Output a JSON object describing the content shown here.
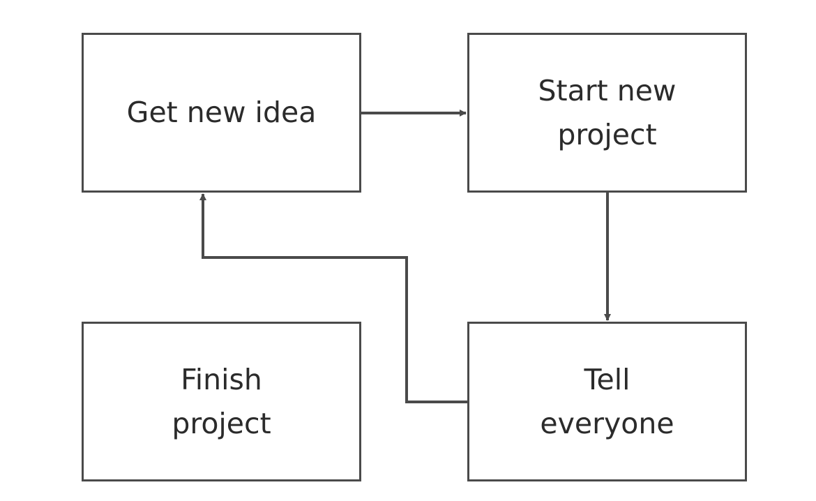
{
  "diagram": {
    "nodes": [
      {
        "id": "get_new_idea",
        "label": "Get new idea"
      },
      {
        "id": "start_new_project",
        "label": "Start new\nproject"
      },
      {
        "id": "finish_project",
        "label": "Finish\nproject"
      },
      {
        "id": "tell_everyone",
        "label": "Tell\neveryone"
      }
    ],
    "edges": [
      {
        "from": "get_new_idea",
        "to": "start_new_project"
      },
      {
        "from": "start_new_project",
        "to": "tell_everyone"
      },
      {
        "from": "tell_everyone",
        "to": "get_new_idea"
      }
    ],
    "colors": {
      "background": "#ffffff",
      "stroke": "#4a4a4a",
      "text": "#2b2b2b"
    }
  }
}
